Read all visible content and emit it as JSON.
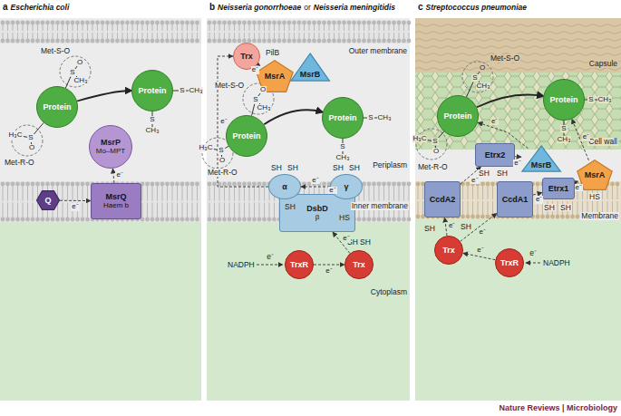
{
  "diagram": {
    "nodes": [
      {
        "text": [
          "Protein"
        ]
      },
      {
        "text": [
          "Protein"
        ]
      },
      {
        "text": [
          "MsrP",
          "Mo–MPT"
        ]
      },
      {
        "text": [
          "MsrQ",
          "Haem b"
        ]
      },
      {
        "text": [
          "Q"
        ]
      },
      {
        "text": [
          "Trx"
        ]
      },
      {
        "text": [
          "MsrA"
        ]
      },
      {
        "text": [
          "MsrB"
        ]
      },
      {
        "text": [
          "Protein"
        ]
      },
      {
        "text": [
          "Protein"
        ]
      },
      {
        "text": [
          "DsbD",
          "β"
        ]
      },
      {
        "text": [
          "α"
        ]
      },
      {
        "text": [
          "γ"
        ]
      },
      {
        "text": [
          "TrxR"
        ]
      },
      {
        "text": [
          "Trx"
        ]
      },
      {
        "text": [
          "Protein"
        ]
      },
      {
        "text": [
          "Protein"
        ]
      },
      {
        "text": [
          "MsrB"
        ]
      },
      {
        "text": [
          "MsrA"
        ]
      },
      {
        "text": [
          "Etrx2"
        ]
      },
      {
        "text": [
          "Etrx1"
        ]
      },
      {
        "text": [
          "CcdA2"
        ]
      },
      {
        "text": [
          "CcdA1"
        ]
      },
      {
        "text": [
          "Trx"
        ]
      },
      {
        "text": [
          "TrxR"
        ]
      }
    ],
    "edges": [
      {
        "from": 0,
        "to": 1,
        "arrow": "to"
      },
      {
        "from": 4,
        "to": 3,
        "label": "e⁻",
        "arrow": "to"
      },
      {
        "from": 3,
        "to": 2,
        "label": "e⁻",
        "arrow": "to"
      },
      {
        "from": 8,
        "to": 9,
        "arrow": "to"
      },
      {
        "from": 13,
        "to": 14,
        "label": "e⁻",
        "arrow": "to"
      },
      {
        "from": 14,
        "to": 10,
        "label": "e⁻",
        "arrow": "to"
      },
      {
        "from": 10,
        "to": 12,
        "label": "e⁻",
        "arrow": "to"
      },
      {
        "from": 12,
        "to": 11,
        "label": "e⁻",
        "arrow": "to"
      },
      {
        "from": 11,
        "to": 5,
        "label": "e⁻",
        "arrow": "to"
      },
      {
        "from": 5,
        "to": 6,
        "label": "e⁻",
        "arrow": "to"
      },
      {
        "from": 15,
        "to": 16,
        "arrow": "to"
      },
      {
        "from": 24,
        "to": 23,
        "label": "e⁻",
        "arrow": "to"
      },
      {
        "from": 23,
        "to": 21,
        "label": "e⁻",
        "arrow": "to"
      },
      {
        "from": 23,
        "to": 22,
        "label": "e⁻",
        "arrow": "to"
      },
      {
        "from": 21,
        "to": 19,
        "label": "e⁻",
        "arrow": "to"
      },
      {
        "from": 22,
        "to": 20,
        "label": "e⁻",
        "arrow": "to"
      },
      {
        "from": 19,
        "to": 17,
        "label": "e⁻",
        "arrow": "to"
      },
      {
        "from": 20,
        "to": 18,
        "label": "e⁻",
        "arrow": "to"
      },
      {
        "from": 17,
        "to": 15,
        "label": "e⁻",
        "arrow": "to"
      },
      {
        "from": 18,
        "to": 16,
        "label": "e⁻",
        "arrow": "to"
      }
    ],
    "labels": [
      "a",
      "Escherichia coli",
      "Met-S-O",
      "Met-R-O",
      "S",
      "O",
      "CH₃",
      "H₃C",
      "S",
      "O",
      "S",
      "CH₃",
      "S",
      "CH₃",
      "b",
      "Neisseria gonorrhoeae",
      "or",
      "Neisseria meningitidis",
      "Outer membrane",
      "Periplasm",
      "Inner membrane",
      "Cytoplasm",
      "PilB",
      "Met-S-O",
      "Met-R-O",
      "S",
      "O",
      "CH₃",
      "H₃C",
      "S",
      "O",
      "S",
      "CH₃",
      "S",
      "CH₃",
      "SH",
      "SH",
      "SH",
      "SH",
      "SH",
      "HS",
      "SH",
      "SH",
      "NADPH",
      "e⁻",
      "c",
      "Streptococcus pneumoniae",
      "Capsule",
      "Cell wall",
      "Membrane",
      "Met-S-O",
      "Met-R-O",
      "S",
      "O",
      "CH₃",
      "H₃C",
      "S",
      "O",
      "S",
      "CH₃",
      "S",
      "CH₃",
      "SH",
      "SH",
      "SH",
      "SH",
      "HS",
      "SH",
      "SH",
      "NADPH",
      "e⁻",
      "Nature Reviews | Microbiology"
    ]
  }
}
